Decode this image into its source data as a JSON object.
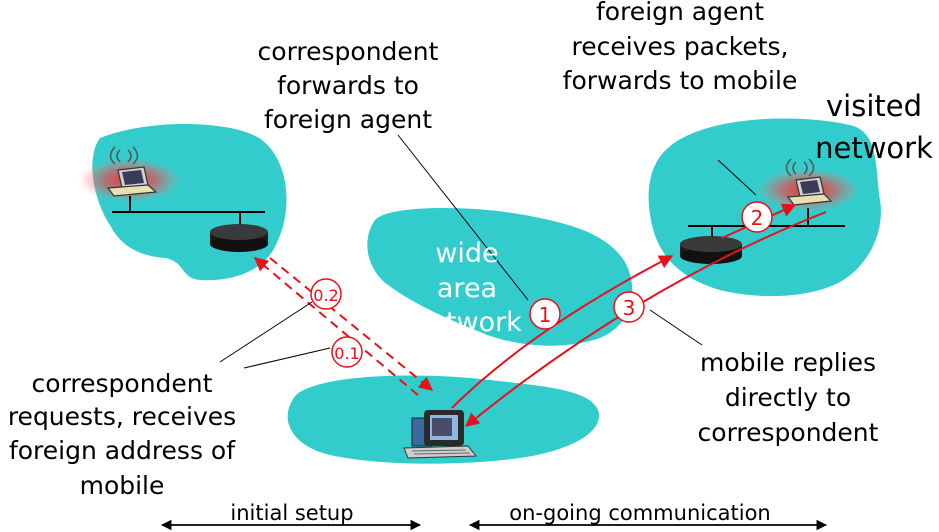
{
  "labels": {
    "correspondent_forwards": [
      "correspondent",
      "forwards to",
      "foreign agent"
    ],
    "foreign_agent_receives": [
      "foreign agent",
      "receives packets,",
      "forwards to mobile"
    ],
    "visited_network": [
      "visited",
      "network"
    ],
    "wide_area_network": [
      "wide",
      "area",
      "network"
    ],
    "mobile_replies": [
      "mobile replies",
      "directly to",
      "correspondent"
    ],
    "correspondent_requests": [
      "correspondent",
      "requests, receives",
      "foreign address of",
      "mobile"
    ]
  },
  "steps": {
    "s1": "1",
    "s2": "2",
    "s3": "3",
    "s01": "0.1",
    "s02": "0.2"
  },
  "timeline": {
    "initial_setup": "initial setup",
    "ongoing": "on-going communication"
  },
  "colors": {
    "network_fill": "#33cccc",
    "arrow_red": "#e8101a",
    "router": "#1a1a1a"
  },
  "icons": [
    "laptop-icon",
    "router-icon",
    "workstation-icon",
    "wireless-signal-icon"
  ]
}
